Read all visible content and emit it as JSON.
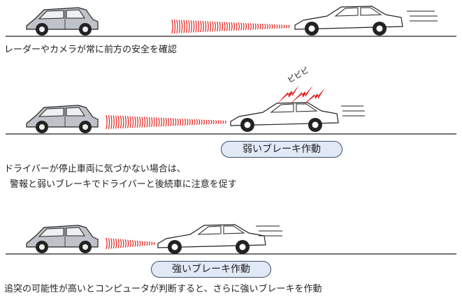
{
  "scenes": [
    {
      "caption": "レーダーやカメラが常に前方の安全を確認"
    },
    {
      "sound": "ピピピ",
      "badge": "弱いブレーキ作動",
      "caption_line1": "ドライバーが停止車両に気づかない場合は、",
      "caption_line2": "警報と弱いブレーキでドライバーと後続車に注意を促す"
    },
    {
      "badge": "強いブレーキ作動",
      "caption": "追突の可能性が高いとコンピュータが判断すると、さらに強いブレーキを作動"
    }
  ],
  "colors": {
    "radar": "#e0201c",
    "warning": "#e0201c",
    "ground": "#222222",
    "rear_car_body": "#bfc3c9",
    "front_car_body": "#ffffff",
    "badge_fill": "#e1e8f6",
    "badge_border": "#3c4d6e"
  }
}
